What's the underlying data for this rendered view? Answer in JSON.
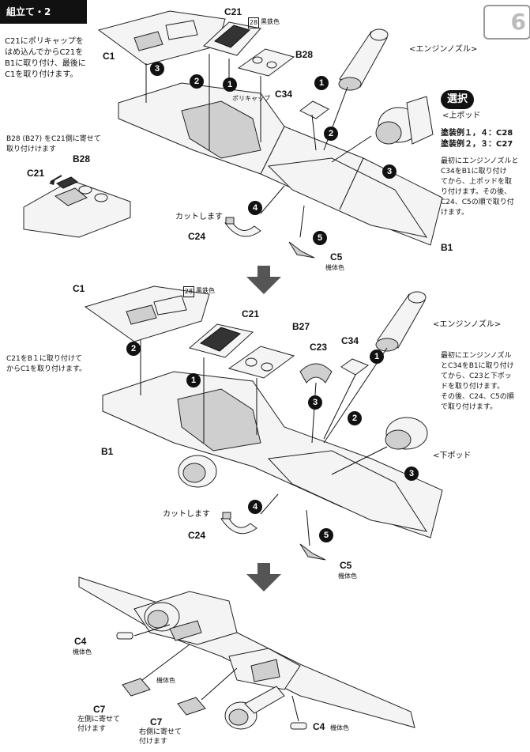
{
  "header": {
    "title": "組立て・2",
    "page_mark": "6"
  },
  "section1": {
    "note_left": [
      "C21にポリキャップを",
      "はめ込んでからC21を",
      "B1に取り付け、最後に",
      "C1を取り付けます。"
    ],
    "note_inset": [
      "B28 (B27) をC21側に寄せて",
      "取り付けけます"
    ],
    "labels": {
      "c1": "C1",
      "c21": "C21",
      "b28": "B28",
      "b28_color_num": "28",
      "b28_color": "黒鉄色",
      "polycap": "ポリキャップ",
      "c34": "C34",
      "engine_nozzle": "<エンジンノズル>",
      "upper_pod": "<上ポッド",
      "cut": "カットします",
      "c24": "C24",
      "c5": "C5",
      "c5_color": "機体色",
      "b1": "B1",
      "inset_c21": "C21",
      "inset_b28": "B28"
    },
    "sentaku": "選択",
    "paint_examples": [
      "塗装例１，４：C28",
      "塗装例２，３：C27"
    ],
    "note_right": [
      "最初にエンジンノズルと",
      "C34をB1に取り付け",
      "てから、上ポッドを取",
      "り付けます。その後、",
      "C24、C5の順で取り付",
      "けます。"
    ]
  },
  "section2": {
    "labels": {
      "c1": "C1",
      "c21": "C21",
      "b27": "B27",
      "color_num": "28",
      "color": "黒鉄色",
      "c23": "C23",
      "c34": "C34",
      "engine_nozzle": "<エンジンノズル>",
      "lower_pod": "<下ポッド",
      "b1": "B1",
      "cut": "カットします",
      "c24": "C24",
      "c5": "C5",
      "c5_color": "機体色"
    },
    "note_left": [
      "C21をB１に取り付けて",
      "からC1を取り付けます。"
    ],
    "note_right": [
      "最初にエンジンノズル",
      "とC34をB1に取り付け",
      "てから、C23と下ポッ",
      "ドを取り付けます。",
      "その後、C24、C5の順",
      "で取り付けます。"
    ]
  },
  "section3": {
    "labels": {
      "c4_left": "C4",
      "c4_left_color": "機体色",
      "c7_left": "C7",
      "c7_left_note": [
        "左側に寄せて",
        "付けます"
      ],
      "c7_right_color": "機体色",
      "c7_right": "C7",
      "c7_right_note": [
        "右側に寄せて",
        "付けます"
      ],
      "c4_right": "C4",
      "c4_right_color": "機体色"
    }
  },
  "steps": [
    "1",
    "2",
    "3",
    "4",
    "5"
  ]
}
